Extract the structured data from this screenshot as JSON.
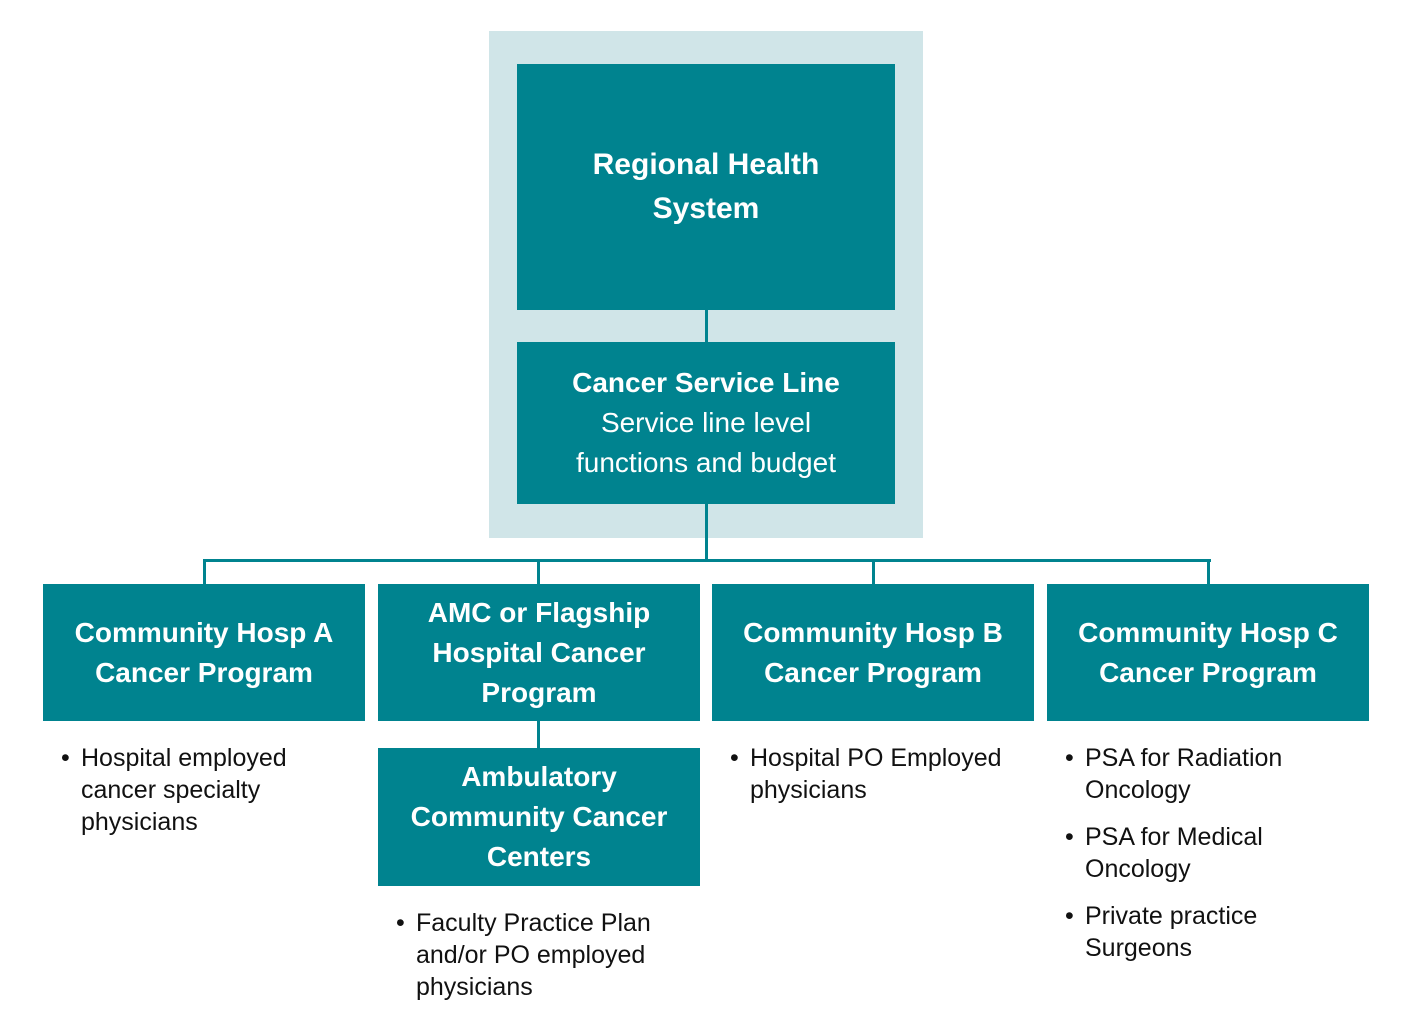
{
  "top": {
    "title": "Regional Health System"
  },
  "service_line": {
    "title": "Cancer Service Line",
    "subtitle": "Service line level functions and budget"
  },
  "programs": [
    {
      "title": "Community Hosp A Cancer Program",
      "bullets": [
        "Hospital employed cancer specialty physicians"
      ]
    },
    {
      "title": "AMC or Flagship Hospital Cancer Program",
      "child": {
        "title": "Ambulatory Community Cancer Centers",
        "bullets": [
          "Faculty Practice Plan and/or PO employed physicians"
        ]
      }
    },
    {
      "title": "Community Hosp B Cancer Program",
      "bullets": [
        "Hospital PO Employed physicians"
      ]
    },
    {
      "title": "Community Hosp C Cancer Program",
      "bullets": [
        "PSA for Radiation Oncology",
        "PSA for Medical Oncology",
        "Private practice Surgeons"
      ]
    }
  ],
  "colors": {
    "box": "#00838f",
    "highlight": "#d0e5e8",
    "text_on_box": "#ffffff"
  }
}
